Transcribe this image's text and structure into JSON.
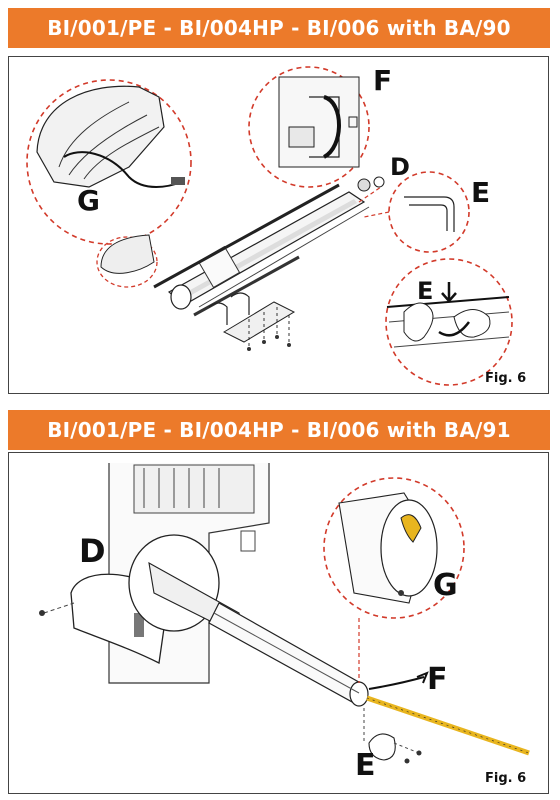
{
  "sections": [
    {
      "title": "BI/001/PE - BI/004HP - BI/006 with BA/90",
      "figure_label": "Fig. 6",
      "callouts": {
        "G": "G",
        "F": "F",
        "D": "D",
        "E1": "E",
        "E2": "E"
      }
    },
    {
      "title": "BI/001/PE - BI/004HP - BI/006 with BA/91",
      "figure_label": "Fig. 6",
      "callouts": {
        "D": "D",
        "G": "G",
        "F": "F",
        "E": "E"
      }
    }
  ],
  "colors": {
    "banner": "#ec7a2a",
    "callout_circle": "#d23a2a",
    "led_strip": "#e8b51f"
  }
}
